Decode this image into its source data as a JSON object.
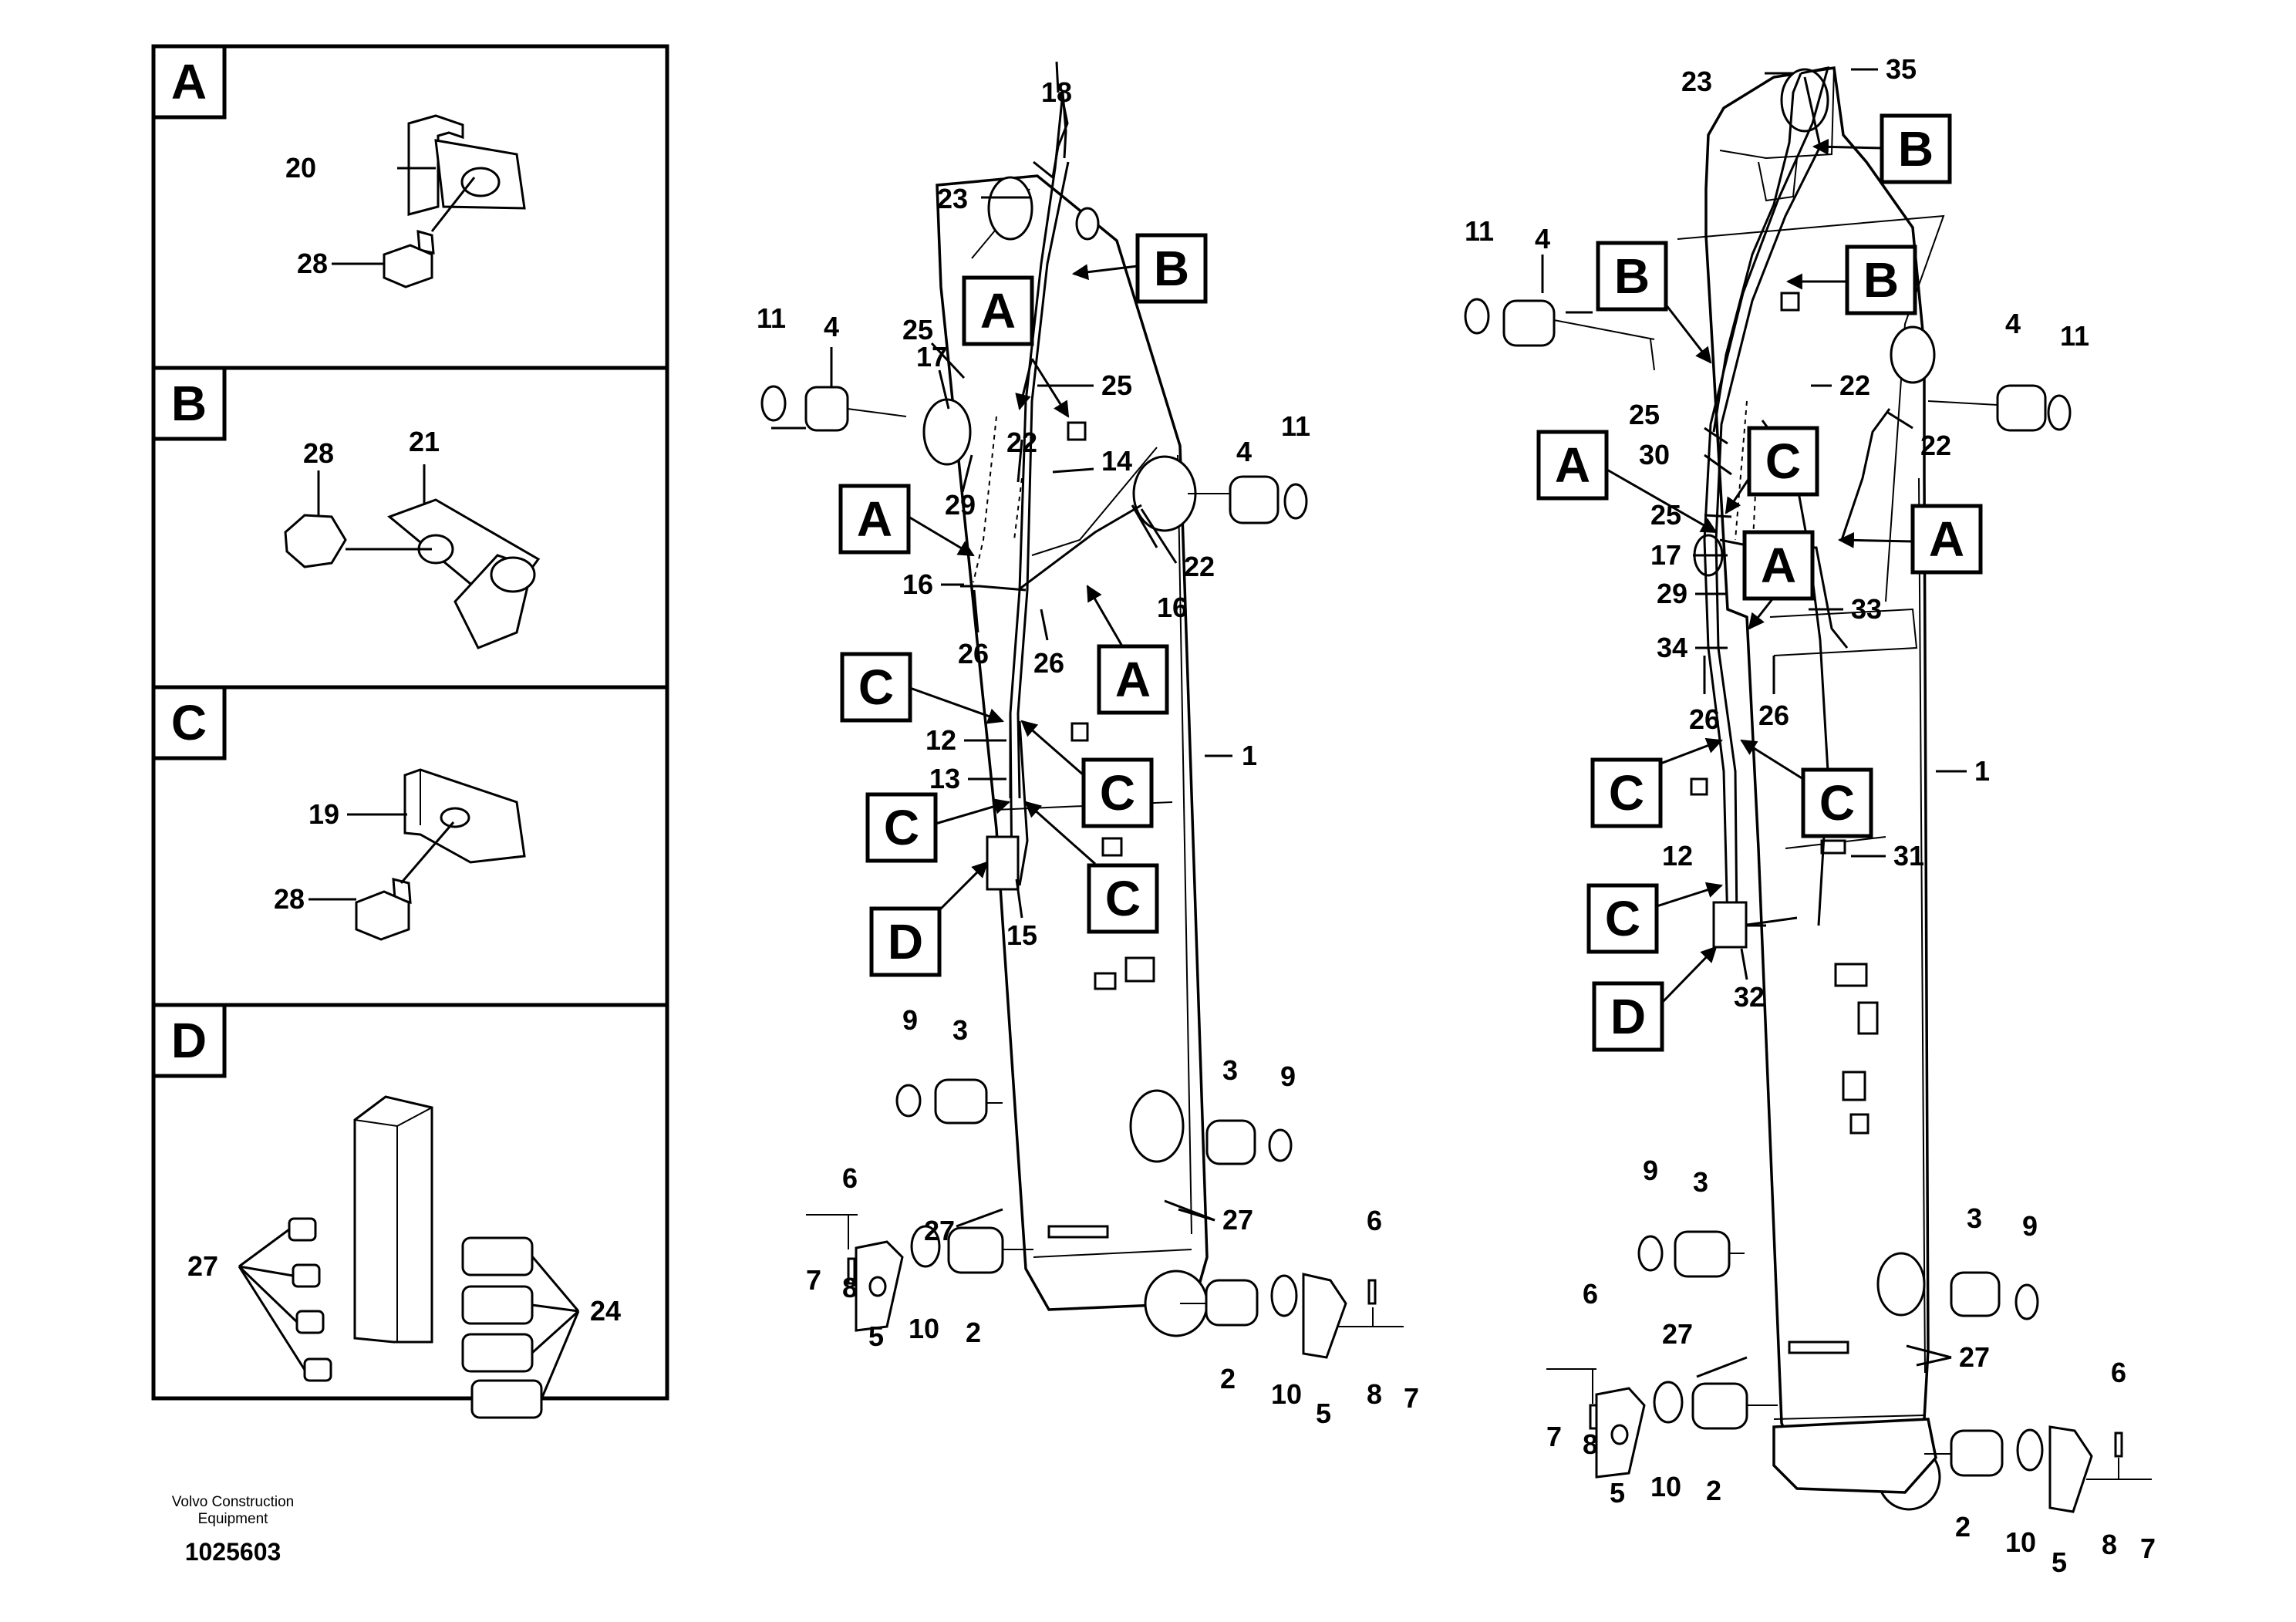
{
  "detail_panels": [
    {
      "letter": "A",
      "callouts": [
        "20",
        "28"
      ]
    },
    {
      "letter": "B",
      "callouts": [
        "28",
        "21"
      ]
    },
    {
      "letter": "C",
      "callouts": [
        "19",
        "28"
      ]
    },
    {
      "letter": "D",
      "callouts": [
        "27",
        "24"
      ]
    }
  ],
  "left_arm": {
    "callouts": [
      "18",
      "23",
      "11",
      "4",
      "25",
      "17",
      "29",
      "22",
      "16",
      "26",
      "14",
      "25",
      "22",
      "16",
      "26",
      "12",
      "13",
      "15",
      "1",
      "4",
      "11",
      "9",
      "3",
      "3",
      "9",
      "6",
      "27",
      "27",
      "7",
      "8",
      "5",
      "10",
      "2",
      "2",
      "10",
      "5",
      "8",
      "7",
      "6"
    ],
    "boxes": [
      "A",
      "A",
      "A",
      "B",
      "C",
      "C",
      "C",
      "C",
      "D"
    ]
  },
  "right_arm": {
    "callouts": [
      "23",
      "35",
      "11",
      "4",
      "22",
      "25",
      "30",
      "25",
      "17",
      "29",
      "34",
      "26",
      "26",
      "33",
      "22",
      "4",
      "11",
      "12",
      "31",
      "32",
      "1",
      "9",
      "3",
      "3",
      "9",
      "6",
      "27",
      "27",
      "7",
      "8",
      "5",
      "10",
      "2",
      "2",
      "10",
      "5",
      "8",
      "7",
      "6"
    ],
    "boxes": [
      "B",
      "B",
      "B",
      "A",
      "A",
      "A",
      "C",
      "C",
      "C",
      "C",
      "D"
    ]
  },
  "footer": {
    "brand_line1": "Volvo Construction",
    "brand_line2": "Equipment",
    "drawing_number": "1025603"
  }
}
